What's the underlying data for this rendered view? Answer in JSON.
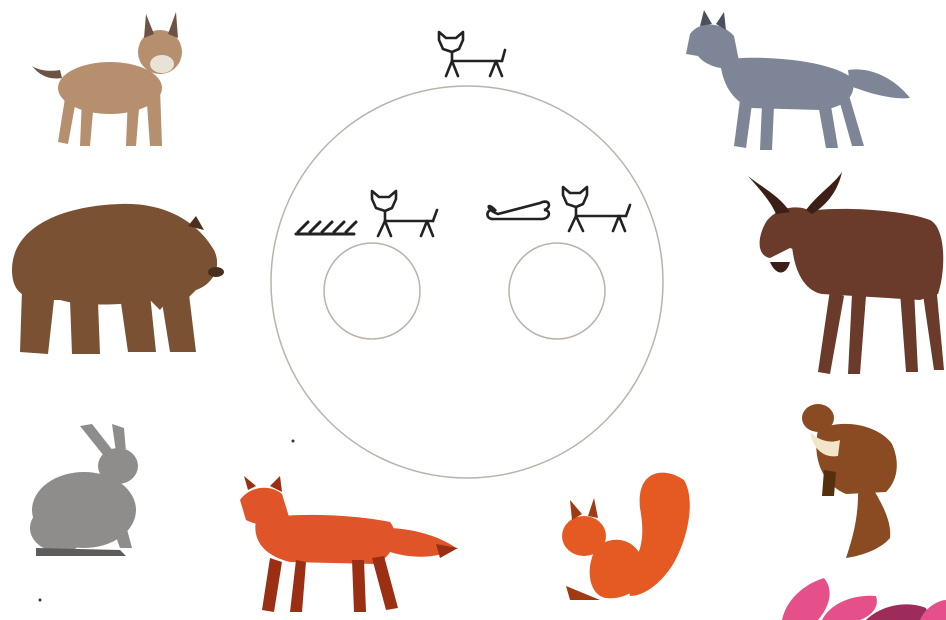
{
  "page": {
    "background": "#ffffff"
  },
  "diagram": {
    "line_color": "#b9b3aa",
    "symbol_color": "#222222",
    "top_symbol": "animal-symbol",
    "left_group": [
      "grass-symbol",
      "animal-symbol"
    ],
    "right_group": [
      "bone-symbol",
      "animal-symbol"
    ]
  },
  "animals": [
    {
      "id": "lynx",
      "fur": "#b58f6e",
      "fur_dark": "#6d5442"
    },
    {
      "id": "wolf",
      "fur": "#7d8596",
      "fur_dark": "#4a505e"
    },
    {
      "id": "bear",
      "fur": "#7a5133",
      "fur_dark": "#4a2f1c"
    },
    {
      "id": "moose",
      "fur": "#6a3a2a",
      "fur_dark": "#3c1f16"
    },
    {
      "id": "hare",
      "fur": "#8f8d8b",
      "fur_dark": "#5e5c5a"
    },
    {
      "id": "fox",
      "fur": "#e0542a",
      "fur_dark": "#9a2f14"
    },
    {
      "id": "squirrel",
      "fur": "#e45a22",
      "fur_dark": "#a13a12"
    },
    {
      "id": "marten",
      "fur": "#8a4a22",
      "fur_dark": "#55300f"
    },
    {
      "id": "bird-fragment",
      "fur": "#e6508a",
      "fur_dark": "#9d2c5a"
    }
  ]
}
